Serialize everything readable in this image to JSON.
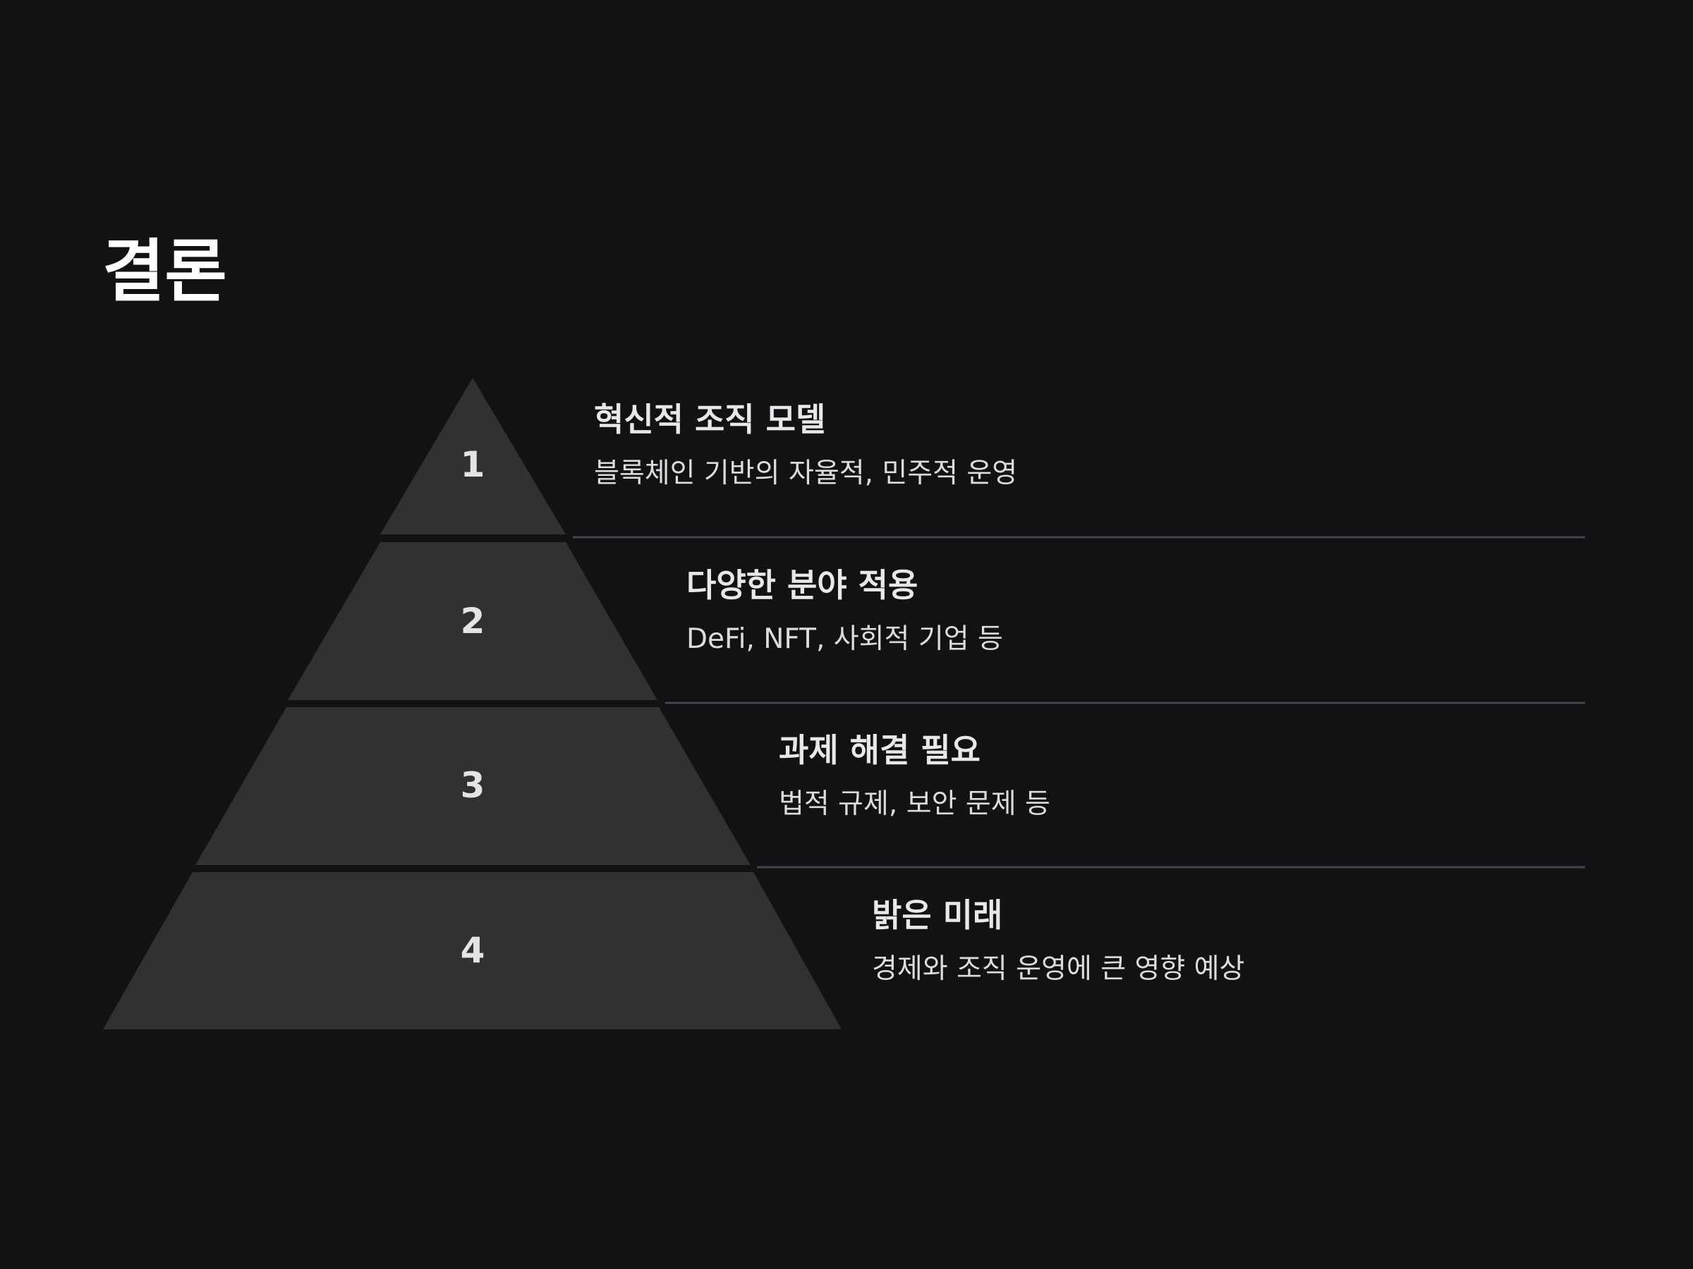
{
  "slide": {
    "title": "결론"
  },
  "colors": {
    "background": "#111214",
    "tier_fill": "#303133",
    "separator": "#45464a",
    "heading_text": "#e8e8ea",
    "body_text": "#dcdcde"
  },
  "pyramid": {
    "levels": [
      {
        "number": "1",
        "heading": "혁신적 조직 모델",
        "description": "블록체인 기반의 자율적, 민주적 운영"
      },
      {
        "number": "2",
        "heading": "다양한 분야 적용",
        "description": "DeFi, NFT, 사회적 기업 등"
      },
      {
        "number": "3",
        "heading": "과제 해결 필요",
        "description": "법적 규제, 보안 문제 등"
      },
      {
        "number": "4",
        "heading": "밝은 미래",
        "description": "경제와 조직 운영에 큰 영향 예상"
      }
    ]
  }
}
